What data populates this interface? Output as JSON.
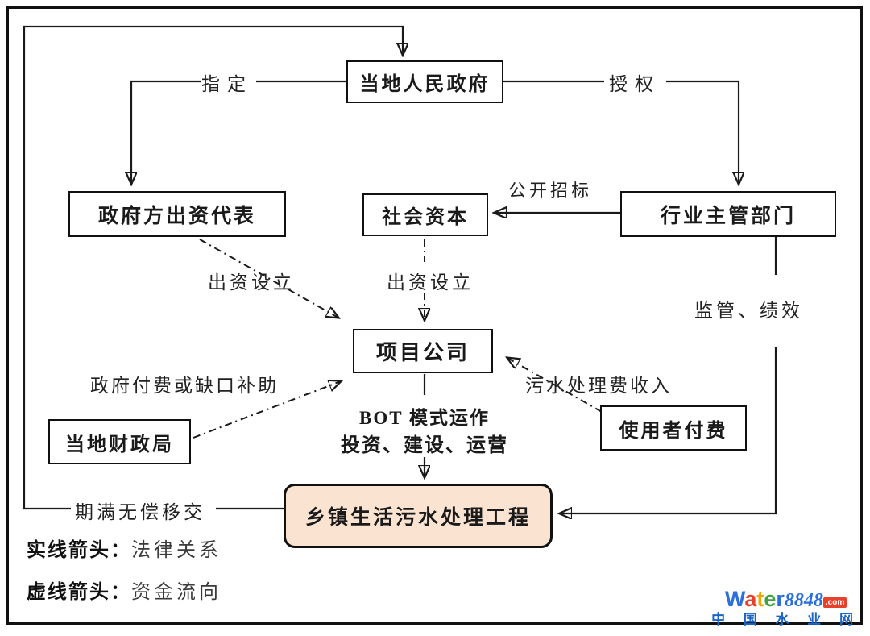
{
  "nodes": {
    "gov": "当地人民政府",
    "gov_rep": "政府方出资代表",
    "social_capital": "社会资本",
    "industry_dept": "行业主管部门",
    "finance_bureau": "当地财政局",
    "user_pay": "使用者付费",
    "project_co": "项目公司",
    "sewage_project": "乡镇生活污水处理工程"
  },
  "edge_labels": {
    "designate": "指定",
    "authorize": "授权",
    "public_bidding": "公开招标",
    "invest_establish_left": "出资设立",
    "invest_establish_mid": "出资设立",
    "supervision_performance": "监管、绩效",
    "gov_payment_subsidy": "政府付费或缺口补助",
    "sewage_fee_income": "污水处理费收入",
    "bot_line1": "BOT 模式运作",
    "bot_line2": "投资、建设、运营",
    "transfer_on_expiry": "期满无偿移交"
  },
  "legend": {
    "solid_term": "实线箭头：",
    "solid_desc": "法律关系",
    "dashed_term": "虚线箭头：",
    "dashed_desc": "资金流向"
  },
  "colors": {
    "line": "#1a1a1a",
    "highlight_fill": "#fae3d1",
    "logo_number": "#2a6fdb",
    "logo_tld_bg": "#e8402a",
    "logo_site": "#1c64c8"
  },
  "logo": {
    "letters": [
      {
        "ch": "W",
        "color": "#2a6fdb"
      },
      {
        "ch": "a",
        "color": "#e8402a"
      },
      {
        "ch": "t",
        "color": "#f0a500"
      },
      {
        "ch": "e",
        "color": "#3fa23f"
      },
      {
        "ch": "r",
        "color": "#2a6fdb"
      }
    ],
    "number": "8848",
    "tld": ".com",
    "site_name": "中 国 水 业 网"
  }
}
